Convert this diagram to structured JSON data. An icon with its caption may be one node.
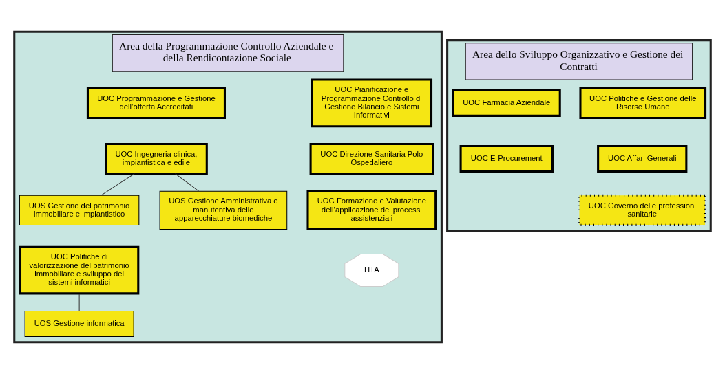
{
  "diagram": {
    "nodes": [
      {
        "text": [
          "Area della Programmazione Controllo Aziendale e della Rendicontazione Sociale"
        ]
      },
      {
        "text": [
          "UOC Pianificazione e Programmazione Controllo di Gestione Bilancio e Sistemi Informativi"
        ],
        "in": 0
      },
      {
        "text": [
          "UOC Programmazione e Gestione dell’offerta Accreditati"
        ],
        "in": 0
      },
      {
        "text": [
          "UOC Direzione Sanitaria Polo Ospedaliero"
        ],
        "in": 0
      },
      {
        "text": [
          "UOC Ingegneria clinica, impiantistica e edile"
        ],
        "in": 0
      },
      {
        "text": [
          "UOS Gestione del patrimonio immobiliare e impiantistico"
        ],
        "in": 0
      },
      {
        "text": [
          "UOS Gestione Amministrativa e manutentiva delle apparecchiature biomediche"
        ],
        "in": 0
      },
      {
        "text": [
          "UOC Formazione e Valutazione dell’applicazione dei processi assistenziali"
        ],
        "in": 0
      },
      {
        "text": [
          "UOC Politiche di valorizzazione del patrimonio immobiliare e sviluppo dei sistemi informatici"
        ],
        "in": 0
      },
      {
        "text": [
          "HTA"
        ],
        "in": 0
      },
      {
        "text": [
          "UOS Gestione informatica"
        ],
        "in": 0
      },
      {
        "text": [
          "Area dello Sviluppo Organizzativo e Gestione dei Contratti"
        ]
      },
      {
        "text": [
          "UOC Politiche e Gestione delle Risorse Umane"
        ],
        "in": 11
      },
      {
        "text": [
          "UOC Farmacia Aziendale"
        ],
        "in": 11
      },
      {
        "text": [
          "UOC Affari Generali"
        ],
        "in": 11
      },
      {
        "text": [
          "UOC E-Procurement"
        ],
        "in": 11
      },
      {
        "text": [
          "UOC Governo delle professioni sanitarie"
        ],
        "in": 11
      }
    ],
    "edges": [
      {
        "from": 4,
        "to": 5,
        "arrow": "none"
      },
      {
        "from": 4,
        "to": 6,
        "arrow": "none"
      },
      {
        "from": 8,
        "to": 10,
        "arrow": "none"
      }
    ]
  }
}
